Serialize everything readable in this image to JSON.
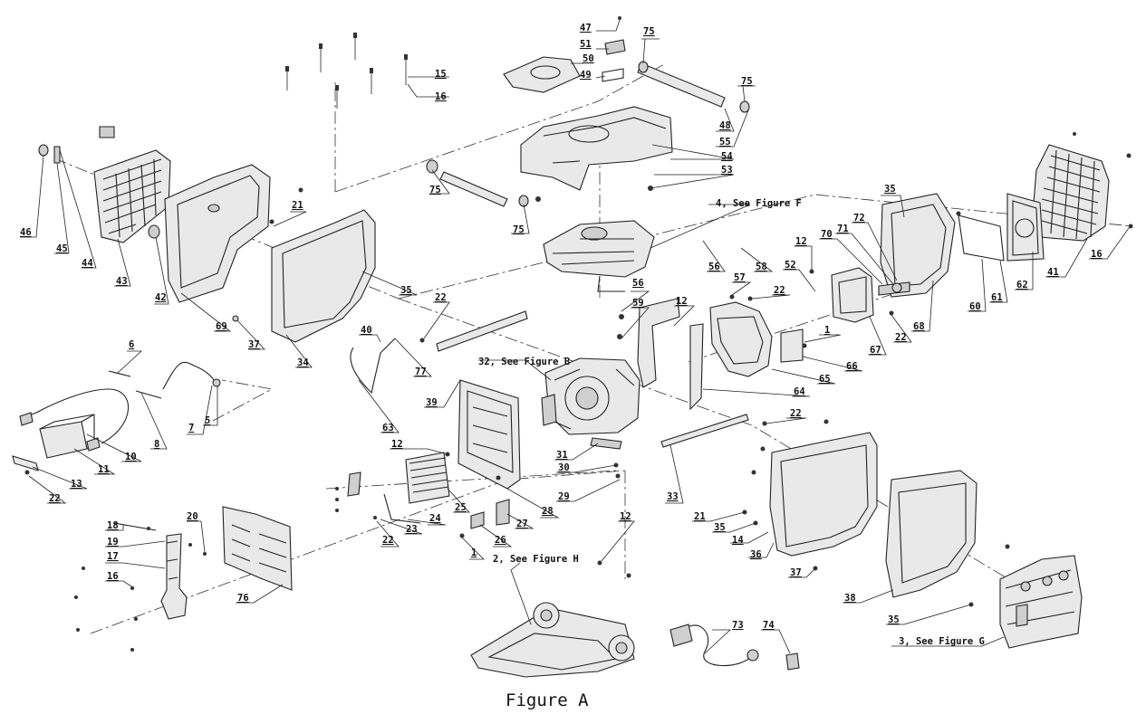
{
  "figure": {
    "title": "Figure A",
    "callouts": [
      {
        "id": "c47",
        "text": "47"
      },
      {
        "id": "c51",
        "text": "51"
      },
      {
        "id": "c75a",
        "text": "75"
      },
      {
        "id": "c50",
        "text": "50"
      },
      {
        "id": "c49",
        "text": "49"
      },
      {
        "id": "c75b",
        "text": "75"
      },
      {
        "id": "c15",
        "text": "15"
      },
      {
        "id": "c16a",
        "text": "16"
      },
      {
        "id": "c48",
        "text": "48"
      },
      {
        "id": "c55",
        "text": "55"
      },
      {
        "id": "c54",
        "text": "54"
      },
      {
        "id": "c53",
        "text": "53"
      },
      {
        "id": "c75c",
        "text": "75"
      },
      {
        "id": "c75d",
        "text": "75"
      },
      {
        "id": "c46",
        "text": "46"
      },
      {
        "id": "c45",
        "text": "45"
      },
      {
        "id": "c44",
        "text": "44"
      },
      {
        "id": "c43",
        "text": "43"
      },
      {
        "id": "c42",
        "text": "42"
      },
      {
        "id": "c69",
        "text": "69"
      },
      {
        "id": "c21a",
        "text": "21"
      },
      {
        "id": "c35a",
        "text": "35"
      },
      {
        "id": "c34",
        "text": "34"
      },
      {
        "id": "c37a",
        "text": "37"
      },
      {
        "id": "c22a",
        "text": "22"
      },
      {
        "id": "c40",
        "text": "40"
      },
      {
        "id": "c77",
        "text": "77"
      },
      {
        "id": "c63",
        "text": "63"
      },
      {
        "id": "c6",
        "text": "6"
      },
      {
        "id": "c8",
        "text": "8"
      },
      {
        "id": "c7",
        "text": "7"
      },
      {
        "id": "c5",
        "text": "5"
      },
      {
        "id": "c10",
        "text": "10"
      },
      {
        "id": "c11",
        "text": "11"
      },
      {
        "id": "c13",
        "text": "13"
      },
      {
        "id": "c22b",
        "text": "22"
      },
      {
        "id": "c12a",
        "text": "12"
      },
      {
        "id": "c39",
        "text": "39"
      },
      {
        "id": "c56a",
        "text": "56"
      },
      {
        "id": "c59",
        "text": "59"
      },
      {
        "id": "c12b",
        "text": "12"
      },
      {
        "id": "c57",
        "text": "57"
      },
      {
        "id": "c22c",
        "text": "22"
      },
      {
        "id": "c58",
        "text": "58"
      },
      {
        "id": "c56b",
        "text": "56"
      },
      {
        "id": "c12c",
        "text": "12"
      },
      {
        "id": "c52",
        "text": "52"
      },
      {
        "id": "c70",
        "text": "70"
      },
      {
        "id": "c71",
        "text": "71"
      },
      {
        "id": "c72",
        "text": "72"
      },
      {
        "id": "c35b",
        "text": "35"
      },
      {
        "id": "c1a",
        "text": "1"
      },
      {
        "id": "c22d",
        "text": "22"
      },
      {
        "id": "c67",
        "text": "67"
      },
      {
        "id": "c68",
        "text": "68"
      },
      {
        "id": "c60",
        "text": "60"
      },
      {
        "id": "c61",
        "text": "61"
      },
      {
        "id": "c62",
        "text": "62"
      },
      {
        "id": "c41",
        "text": "41"
      },
      {
        "id": "c16b",
        "text": "16"
      },
      {
        "id": "c66",
        "text": "66"
      },
      {
        "id": "c65",
        "text": "65"
      },
      {
        "id": "c64",
        "text": "64"
      },
      {
        "id": "c22e",
        "text": "22"
      },
      {
        "id": "c31",
        "text": "31"
      },
      {
        "id": "c30",
        "text": "30"
      },
      {
        "id": "c29",
        "text": "29"
      },
      {
        "id": "c28",
        "text": "28"
      },
      {
        "id": "c27",
        "text": "27"
      },
      {
        "id": "c26",
        "text": "26"
      },
      {
        "id": "c1b",
        "text": "1"
      },
      {
        "id": "c25",
        "text": "25"
      },
      {
        "id": "c24",
        "text": "24"
      },
      {
        "id": "c23",
        "text": "23"
      },
      {
        "id": "c22f",
        "text": "22"
      },
      {
        "id": "c33",
        "text": "33"
      },
      {
        "id": "c12d",
        "text": "12"
      },
      {
        "id": "c18",
        "text": "18"
      },
      {
        "id": "c19",
        "text": "19"
      },
      {
        "id": "c20",
        "text": "20"
      },
      {
        "id": "c17",
        "text": "17"
      },
      {
        "id": "c16c",
        "text": "16"
      },
      {
        "id": "c76",
        "text": "76"
      },
      {
        "id": "c21b",
        "text": "21"
      },
      {
        "id": "c35c",
        "text": "35"
      },
      {
        "id": "c14",
        "text": "14"
      },
      {
        "id": "c36",
        "text": "36"
      },
      {
        "id": "c37b",
        "text": "37"
      },
      {
        "id": "c38",
        "text": "38"
      },
      {
        "id": "c35d",
        "text": "35"
      },
      {
        "id": "c73",
        "text": "73"
      },
      {
        "id": "c74",
        "text": "74"
      }
    ],
    "references": [
      {
        "id": "r4",
        "number": "4",
        "text": "4, See Figure F"
      },
      {
        "id": "r32",
        "number": "32",
        "text": "32, See Figure B"
      },
      {
        "id": "r2",
        "number": "2",
        "text": "2, See Figure H"
      },
      {
        "id": "r3",
        "number": "3",
        "text": "3, See Figure G"
      }
    ]
  }
}
